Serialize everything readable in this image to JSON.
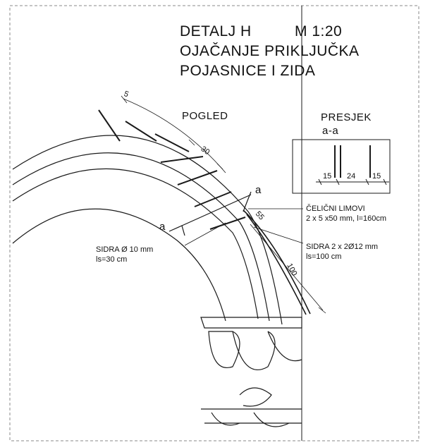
{
  "title": {
    "line1": "DETALJ H",
    "scale": "M 1:20",
    "line2": "OJAČANJE PRIKLJUČKA",
    "line3": "POJASNICE I ZIDA"
  },
  "views": {
    "elevation": "POGLED",
    "section": "PRESJEK",
    "section_id": "a-a"
  },
  "section_dims": [
    "15",
    "24",
    "15"
  ],
  "cut_markers": [
    "a",
    "a"
  ],
  "annotations": {
    "plates_title": "ČELIČNI LIMOVI",
    "plates_spec": "2 x 5 x50 mm, l=160cm",
    "anchors_left_title": "SIDRA Ø 10 mm",
    "anchors_left_len": "ls=30 cm",
    "anchors_right_title": "SIDRA 2 x 2Ø12 mm",
    "anchors_right_len": "ls=100 cm"
  },
  "dims": {
    "top": "5",
    "spacing": "30",
    "offset": "55",
    "length": "100"
  },
  "colors": {
    "line": "#1a1a1a",
    "dash": "#8a8a8a",
    "paper": "#ffffff"
  }
}
